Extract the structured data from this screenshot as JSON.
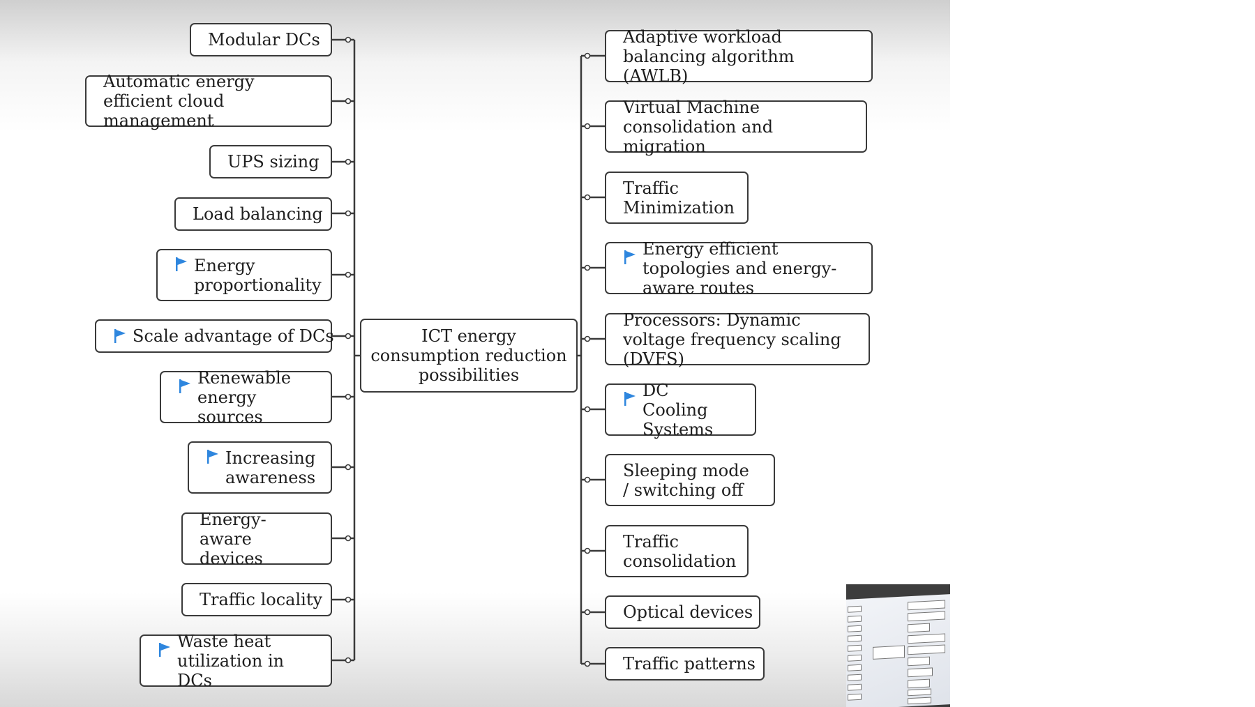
{
  "diagram": {
    "center": "ICT energy consumption reduction possibilities",
    "left_branches": [
      {
        "label": "Modular DCs",
        "flag": false
      },
      {
        "label": "Automatic energy efficient cloud management",
        "flag": false
      },
      {
        "label": "UPS sizing",
        "flag": false
      },
      {
        "label": "Load balancing",
        "flag": false
      },
      {
        "label": "Energy proportionality",
        "flag": true
      },
      {
        "label": "Scale advantage of DCs",
        "flag": true
      },
      {
        "label": "Renewable energy sources",
        "flag": true
      },
      {
        "label": "Increasing awareness",
        "flag": true
      },
      {
        "label": "Energy-aware devices",
        "flag": false
      },
      {
        "label": "Traffic locality",
        "flag": false
      },
      {
        "label": "Waste heat utilization in DCs",
        "flag": true
      }
    ],
    "right_branches": [
      {
        "label": "Adaptive workload balancing algorithm (AWLB)",
        "flag": false
      },
      {
        "label": "Virtual Machine consolidation and migration",
        "flag": false
      },
      {
        "label": "Traffic Minimization",
        "flag": false
      },
      {
        "label": "Energy efficient topologies and energy-aware routes",
        "flag": true
      },
      {
        "label": "Processors: Dynamic voltage frequency scaling (DVFS)",
        "flag": false
      },
      {
        "label": "DC Cooling Systems",
        "flag": true
      },
      {
        "label": "Sleeping mode / switching off",
        "flag": false
      },
      {
        "label": "Traffic consolidation",
        "flag": false
      },
      {
        "label": "Optical devices",
        "flag": false
      },
      {
        "label": "Traffic patterns",
        "flag": false
      }
    ]
  },
  "colors": {
    "flag": "#2e86de",
    "border": "#3a3a3a",
    "text": "#1e1e1e"
  },
  "icons": {
    "flag": "flag-icon"
  }
}
